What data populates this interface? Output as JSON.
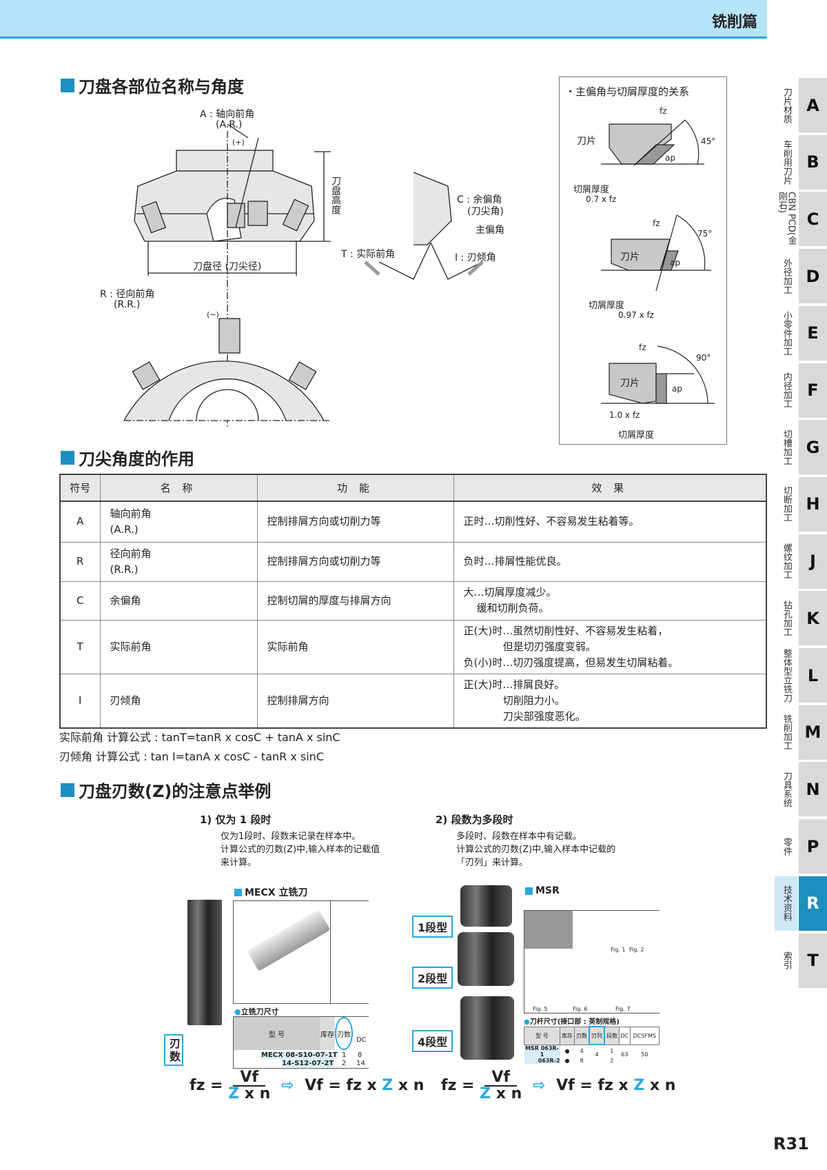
{
  "header": {
    "title": "铣削篇"
  },
  "section1": {
    "title": "刀盘各部位名称与角度",
    "labels": {
      "a": "A : 轴向前角",
      "a_abbr": "(A.R.)",
      "plus": "(+)",
      "height": "刀盘高度",
      "diameter": "刀盘径 (刀尖径)",
      "r": "R : 径向前角",
      "r_abbr": "(R.R.)",
      "minus": "(−)",
      "c": "C : 余偏角",
      "c_sub": "(刀尖角)",
      "main": "主偏角",
      "t": "T : 实际前角",
      "i": "I : 刃倾角"
    },
    "box": {
      "title": "・主偏角与切屑厚度的关系",
      "items": [
        {
          "angle": "45°",
          "insert": "刀片",
          "fz": "fz",
          "ap": "ap",
          "thickness": "切屑厚度",
          "value": "0.7 x fz"
        },
        {
          "angle": "75°",
          "insert": "刀片",
          "fz": "fz",
          "ap": "ap",
          "thickness": "切屑厚度",
          "value": "0.97 x fz"
        },
        {
          "angle": "90°",
          "insert": "刀片",
          "fz": "fz",
          "ap": "ap",
          "thickness": "切屑厚度",
          "value": "1.0 x fz"
        }
      ]
    }
  },
  "section2": {
    "title": "刀尖角度的作用",
    "table": {
      "headers": [
        "符号",
        "名 称",
        "功 能",
        "效 果"
      ],
      "rows": [
        {
          "sym": "A",
          "name": [
            "轴向前角",
            "(A.R.)"
          ],
          "func": "控制排屑方向或切削力等",
          "effect": [
            "正时…切削性好、不容易发生粘着等。"
          ]
        },
        {
          "sym": "R",
          "name": [
            "径向前角",
            "(R.R.)"
          ],
          "func": "控制排屑方向或切削力等",
          "effect": [
            "负时…排屑性能优良。"
          ]
        },
        {
          "sym": "C",
          "name": [
            "余偏角",
            ""
          ],
          "func": "控制切屑的厚度与排屑方向",
          "effect": [
            "大…切屑厚度减少。",
            "    缓和切削负荷。"
          ]
        },
        {
          "sym": "T",
          "name": [
            "实际前角",
            ""
          ],
          "func": "实际前角",
          "effect": [
            "正(大)时…虽然切削性好、不容易发生粘着，",
            "            但是切刃强度变弱。",
            "负(小)时…切刃强度提高，但易发生切屑粘着。"
          ]
        },
        {
          "sym": "I",
          "name": [
            "刃倾角",
            ""
          ],
          "func": "控制排屑方向",
          "effect": [
            "正(大)时…排屑良好。",
            "            切削阻力小。",
            "            刀尖部强度恶化。"
          ]
        }
      ]
    },
    "formulas": [
      "实际前角 计算公式 : tanT=tanR x cosC + tanA x sinC",
      "刃倾角 计算公式 : tan I=tanA x cosC - tanR x sinC"
    ]
  },
  "section3": {
    "title": "刀盘刃数(Z)的注意点举例",
    "case1": {
      "heading": "1) 仅为 1 段时",
      "desc": [
        "仅为1段时、段数未记录在样本中。",
        "计算公式的刃数(Z)中,输入样本的记载值",
        "来计算。"
      ],
      "catalog_title": "MECX 立铣刀",
      "dims_title": "立铣刀尺寸",
      "col_model": "型 号",
      "col_stock": "库存",
      "col_teeth": "刃数",
      "col_dc": "DC",
      "rows": [
        {
          "model": "MECX 08-S10-07-1T",
          "teeth": "1",
          "dc": "8"
        },
        {
          "model": "14-S12-07-2T",
          "teeth": "2",
          "dc": "14"
        }
      ],
      "callout": "刃数"
    },
    "case2": {
      "heading": "2) 段数为多段时",
      "desc": [
        "多段时、段数在样本中有记载。",
        "计算公式的刃数(Z)中,输入样本中记载的",
        "「刃列」来计算。"
      ],
      "catalog_title": "MSR",
      "figs": [
        "Fig. 1",
        "Fig. 2",
        "Fig. 5",
        "Fig. 6",
        "Fig. 7"
      ],
      "dims_title": "刀杆尺寸(接口部 : 英制规格)",
      "cols": [
        "型 号",
        "库存",
        "刃数",
        "刃列",
        "段数",
        "DC",
        "DCSFMS"
      ],
      "rows": [
        {
          "model": "MSR 063R-1",
          "teeth": "4",
          "row": "4",
          "stages": "1",
          "dc": "63",
          "dcsfms": "50"
        },
        {
          "model": "063R-2",
          "teeth": "8",
          "row": "4",
          "stages": "2",
          "dc": "63",
          "dcsfms": "50"
        }
      ],
      "callouts": [
        "1段型",
        "2段型",
        "4段型"
      ]
    },
    "formula": {
      "lhs": "fz =",
      "num": "Vf",
      "den_z": "Z",
      "den_rest": "x n",
      "rhs_a": "Vf = fz x ",
      "rhs_z": "Z",
      "rhs_b": " x n"
    }
  },
  "sidebar": {
    "tabs": [
      {
        "letter": "A",
        "label": "刀片材质"
      },
      {
        "letter": "B",
        "label": "车削用刀片"
      },
      {
        "letter": "C",
        "label": "CBN PCD(金刚石)"
      },
      {
        "letter": "D",
        "label": "外径加工"
      },
      {
        "letter": "E",
        "label": "小零件加工"
      },
      {
        "letter": "F",
        "label": "内径加工"
      },
      {
        "letter": "G",
        "label": "切槽加工"
      },
      {
        "letter": "H",
        "label": "切断加工"
      },
      {
        "letter": "J",
        "label": "螺纹加工"
      },
      {
        "letter": "K",
        "label": "钻孔加工"
      },
      {
        "letter": "L",
        "label": "整体型立铣刀"
      },
      {
        "letter": "M",
        "label": "铣削加工"
      },
      {
        "letter": "N",
        "label": "刀具系统"
      },
      {
        "letter": "P",
        "label": "零件"
      },
      {
        "letter": "R",
        "label": "技术资料",
        "active": true
      },
      {
        "letter": "T",
        "label": "索引"
      }
    ]
  },
  "page_number": "R31",
  "colors": {
    "header_bg": "#b5e3f7",
    "accent": "#1b8fc0",
    "highlight": "#29a8dc",
    "tab_bg": "#d9d9d9"
  }
}
